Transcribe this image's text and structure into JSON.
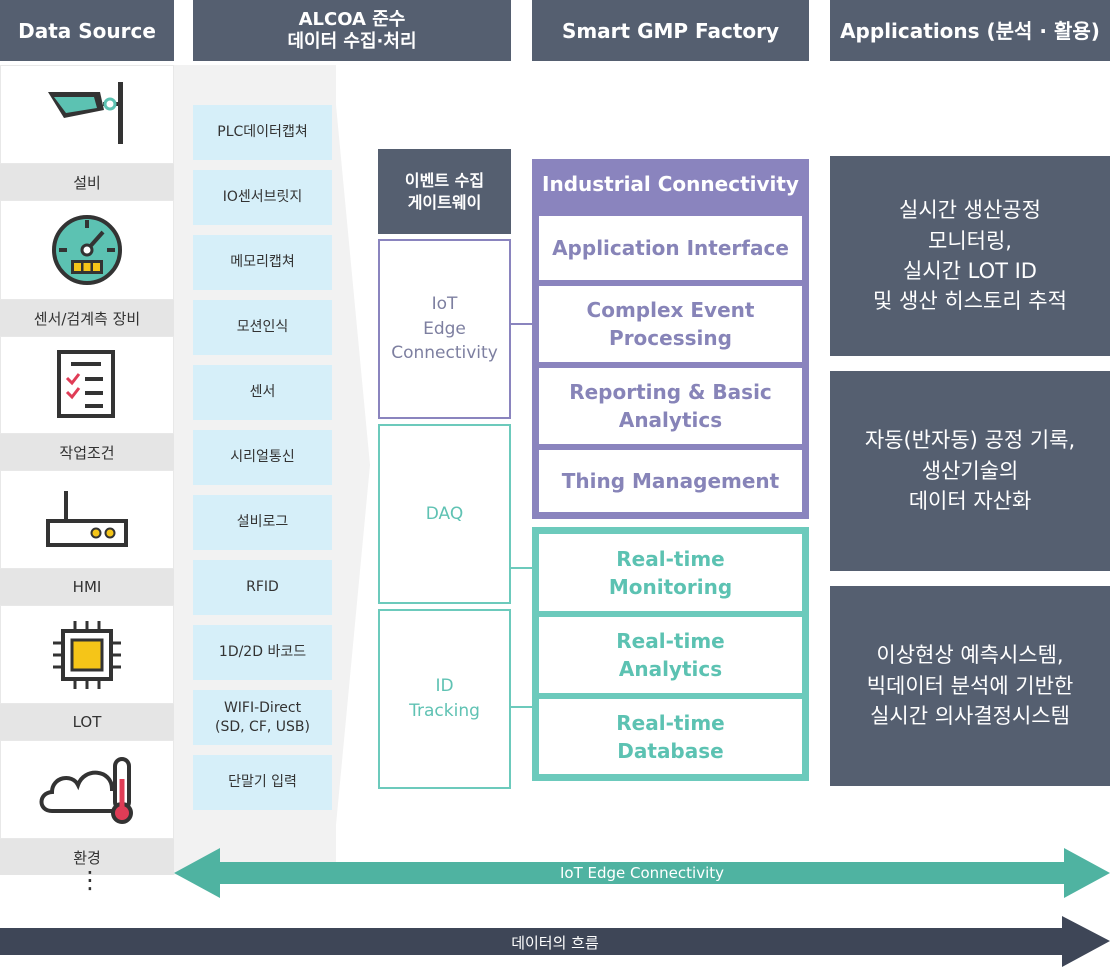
{
  "headers": {
    "data_source": "Data Source",
    "alcoa": "ALCOA 준수\n데이터 수집·처리",
    "smart_gmp": "Smart GMP Factory",
    "applications": "Applications (분석 · 활용)"
  },
  "data_sources": [
    {
      "label": "설비",
      "icon": "cctv-camera-icon"
    },
    {
      "label": "센서/검계측 장비",
      "icon": "gauge-icon"
    },
    {
      "label": "작업조건",
      "icon": "checklist-icon"
    },
    {
      "label": "HMI",
      "icon": "router-icon"
    },
    {
      "label": "LOT",
      "icon": "chip-icon"
    },
    {
      "label": "환경",
      "icon": "cloud-thermometer-icon"
    }
  ],
  "data_sources_more": "⋮",
  "acquisition_items": [
    "PLC데이터캡쳐",
    "IO센서브릿지",
    "메모리캡쳐",
    "모션인식",
    "센서",
    "시리얼통신",
    "설비로그",
    "RFID",
    "1D/2D 바코드",
    "WIFI-Direct\n(SD, CF, USB)",
    "단말기 입력"
  ],
  "gateway": {
    "title": "이벤트 수집\n게이트웨이",
    "boxes": [
      "IoT\nEdge\nConnectivity",
      "DAQ",
      "ID\nTracking"
    ]
  },
  "industrial": {
    "title": "Industrial Connectivity",
    "modules": [
      "Application Interface",
      "Complex Event\nProcessing",
      "Reporting & Basic\nAnalytics",
      "Thing Management"
    ]
  },
  "realtime": {
    "modules": [
      "Real-time\nMonitoring",
      "Real-time\nAnalytics",
      "Real-time\nDatabase"
    ]
  },
  "applications": [
    "실시간 생산공정\n모니터링,\n실시간 LOT ID\n및 생산 히스토리 추적",
    "자동(반자동) 공정 기록,\n생산기술의\n데이터 자산화",
    "이상현상 예측시스템,\n빅데이터 분석에 기반한\n실시간 의사결정시스템"
  ],
  "arrows": {
    "iot_edge": "IoT Edge Connectivity",
    "data_flow": "데이터의 흐름"
  },
  "colors": {
    "header": "#555f70",
    "purple": "#8a84be",
    "teal": "#6ccabc",
    "light_blue": "#d6eff9",
    "arrow_teal": "#4fb3a1",
    "arrow_dark": "#3e4657"
  }
}
